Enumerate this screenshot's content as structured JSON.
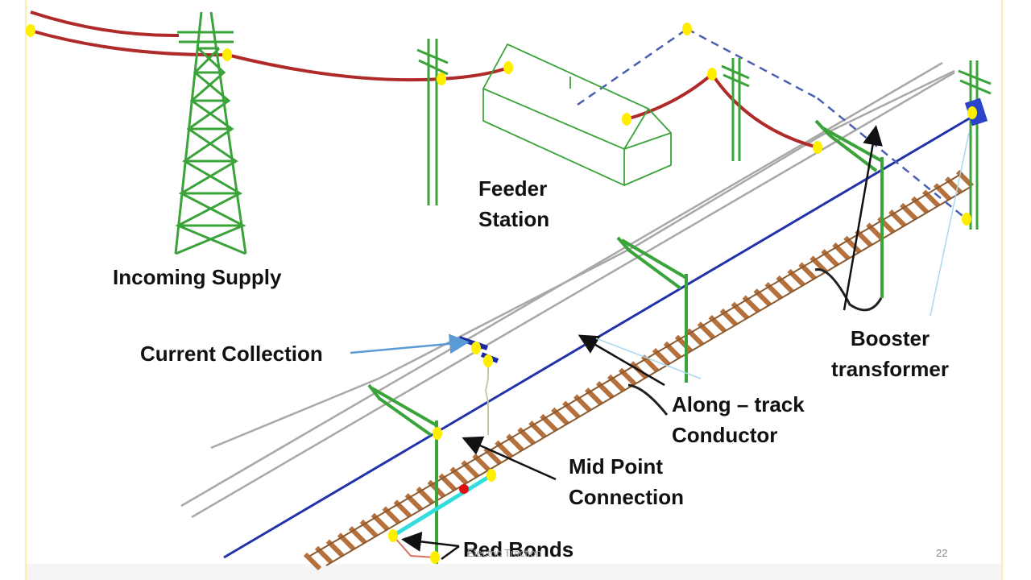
{
  "labels": {
    "incoming_supply": "Incoming Supply",
    "feeder_station_1": "Feeder",
    "feeder_station_2": "Station",
    "current_collection": "Current Collection",
    "booster_1": "Booster",
    "booster_2": "transformer",
    "along_track_1": "Along – track",
    "along_track_2": "Conductor",
    "mid_point_1": "Mid Point",
    "mid_point_2": "Connection",
    "red_bonds": "Red Bonds"
  },
  "footer": {
    "text": "Electric Traction",
    "page_number": "22"
  },
  "colors": {
    "supply_wire": "#b02a2a",
    "structure": "#3aa33a",
    "return_conductor": "#2233aa",
    "sleeper": "#b5703c",
    "catenary": "#a8a8a8",
    "marker": "#ffee00",
    "bond": "#33dddd",
    "dashed_link": "#4a5fb0"
  }
}
